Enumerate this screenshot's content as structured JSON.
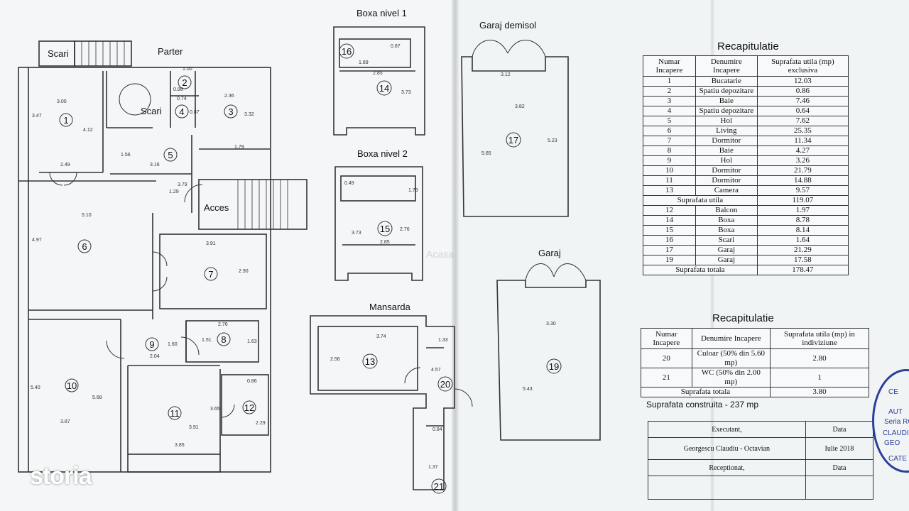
{
  "floorplan": {
    "parter": {
      "title": "Parter",
      "scari": "Scari",
      "scari_inner": "Scari",
      "acces": "Acces",
      "rooms": [
        "1",
        "2",
        "3",
        "4",
        "5",
        "6",
        "7",
        "8",
        "9",
        "10",
        "11",
        "12"
      ],
      "dims": [
        "3.00",
        "1.00",
        "2.36",
        "0.86",
        "0.74",
        "0.87",
        "3.47",
        "4.12",
        "3.32",
        "2.49",
        "1.56",
        "3.16",
        "1.79",
        "1.29",
        "3.79",
        "5.10",
        "4.97",
        "3.91",
        "2.90",
        "2.76",
        "1.51",
        "1.63",
        "1.60",
        "2.04",
        "5.40",
        "5.68",
        "3.87",
        "3.65",
        "3.91",
        "3.85",
        "0.86",
        "2.29"
      ]
    },
    "boxa1": {
      "title": "Boxa nivel 1",
      "rooms": [
        "16",
        "14"
      ],
      "dims": [
        "0.87",
        "1.89",
        "2.85",
        "3.73"
      ]
    },
    "boxa2": {
      "title": "Boxa nivel 2",
      "rooms": [
        "15"
      ],
      "dims": [
        "0.49",
        "1.79",
        "3.73",
        "2.76",
        "2.85"
      ]
    },
    "mansarda": {
      "title": "Mansarda",
      "rooms": [
        "13",
        "20",
        "21"
      ],
      "dims": [
        "3.74",
        "2.56",
        "1.33",
        "4.57",
        "0.84",
        "1.37"
      ]
    },
    "garaj_demisol": {
      "title": "Garaj demisol",
      "rooms": [
        "17"
      ],
      "dims": [
        "3.12",
        "3.82",
        "5.65",
        "5.23"
      ]
    },
    "garaj": {
      "title": "Garaj",
      "rooms": [
        "19"
      ],
      "dims": [
        "3.30",
        "5.43"
      ]
    }
  },
  "recap1": {
    "title": "Recapitulatie",
    "headers": [
      "Numar Incapere",
      "Denumire Incapere",
      "Suprafata utila (mp) exclusiva"
    ],
    "rows_a": [
      [
        "1",
        "Bucatarie",
        "12.03"
      ],
      [
        "2",
        "Spatiu depozitare",
        "0.86"
      ],
      [
        "3",
        "Baie",
        "7.46"
      ],
      [
        "4",
        "Spatiu depozitare",
        "0.64"
      ],
      [
        "5",
        "Hol",
        "7.62"
      ],
      [
        "6",
        "Living",
        "25.35"
      ],
      [
        "7",
        "Dormitor",
        "11.34"
      ],
      [
        "8",
        "Baie",
        "4.27"
      ],
      [
        "9",
        "Hol",
        "3.26"
      ],
      [
        "10",
        "Dormitor",
        "21.79"
      ],
      [
        "11",
        "Dormitor",
        "14.88"
      ],
      [
        "13",
        "Camera",
        "9.57"
      ]
    ],
    "subtotal_label": "Suprafata utila",
    "subtotal_value": "119.07",
    "rows_b": [
      [
        "12",
        "Balcon",
        "1.97"
      ],
      [
        "14",
        "Boxa",
        "8.78"
      ],
      [
        "15",
        "Boxa",
        "8.14"
      ],
      [
        "16",
        "Scari",
        "1.64"
      ],
      [
        "17",
        "Garaj",
        "21.29"
      ],
      [
        "19",
        "Garaj",
        "17.58"
      ]
    ],
    "total_label": "Suprafata totala",
    "total_value": "178.47"
  },
  "recap2": {
    "title": "Recapitulatie",
    "headers": [
      "Numar Incapere",
      "Denumire Incapere",
      "Suprafata utila (mp) in indiviziune"
    ],
    "rows": [
      [
        "20",
        "Culoar (50% din 5.60 mp)",
        "2.80"
      ],
      [
        "21",
        "WC (50% din 2.00 mp)",
        "1"
      ]
    ],
    "total_label": "Suprafata totala",
    "total_value": "3.80"
  },
  "construita": "Suprafata construita - 237 mp",
  "signature": {
    "executant": "Executant,",
    "data1": "Data",
    "name": "Georgescu Claudiu - Octavian",
    "date": "Iulie 2018",
    "receptionat": "Receptionat,",
    "data2": "Data"
  },
  "stamp_lines": [
    "CE",
    "AUT",
    "Seria RO",
    "CLAUDI",
    "GEO",
    "CATE"
  ],
  "watermark": "Acasa",
  "brand": "storia",
  "colors": {
    "paper": "#f4f6f7",
    "ink": "#222222",
    "stamp": "#2c3f9a",
    "brand": "#ffffff"
  }
}
